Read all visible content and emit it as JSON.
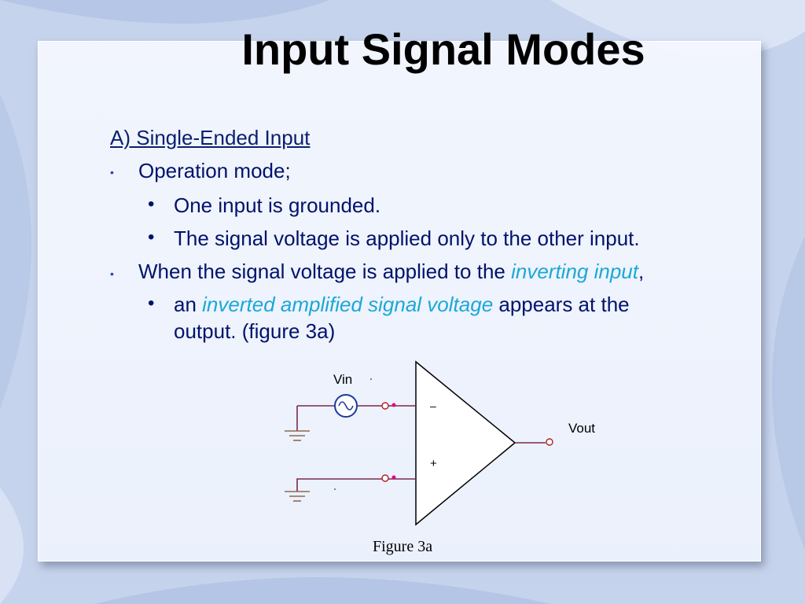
{
  "slide": {
    "title": "Input Signal Modes",
    "heading": "A) Single-Ended Input",
    "bullets": {
      "b1": "Operation mode;",
      "b1_1": "One input is grounded.",
      "b1_2": "The signal voltage is applied only to the other input.",
      "b2_pre": "When the signal voltage is applied to the ",
      "b2_accent": "inverting input",
      "b2_post": ",",
      "b2_1_pre": "an ",
      "b2_1_accent": "inverted amplified signal voltage",
      "b2_1_post": " appears at the",
      "b2_1_line2": "output. (figure 3a)"
    }
  },
  "figure": {
    "vin_label": "Vin",
    "vout_label": "Vout",
    "minus_label": "–",
    "plus_label": "+",
    "caption": "Figure 3a"
  },
  "colors": {
    "text": "#00136b",
    "accent": "#1ba8d6",
    "wire": "#7a2a4a",
    "node": "#e0008c",
    "source": "#1d3b9e"
  }
}
